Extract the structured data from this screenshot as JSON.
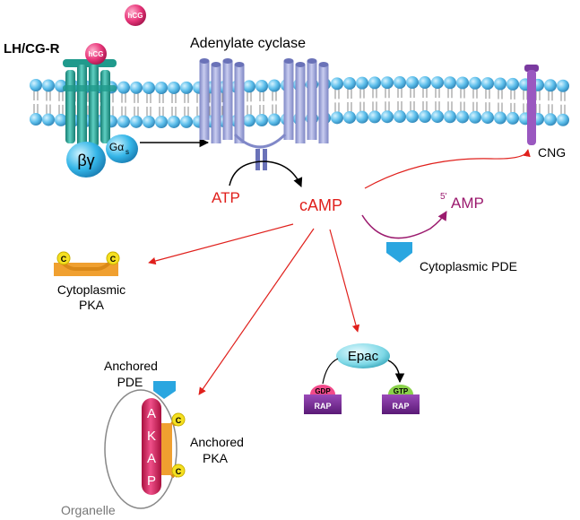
{
  "labels": {
    "free_hcg": "hCG",
    "receptor": "LH/CG-R",
    "receptor_hcg": "hCG",
    "adenylate_cyclase": "Adenylate cyclase",
    "beta_gamma": "βγ",
    "g_alpha": "Gα",
    "g_alpha_sub": "s",
    "cng": "CNG",
    "atp": "ATP",
    "camp": "cAMP",
    "amp_prefix": "5'",
    "amp": "AMP",
    "cytoplasmic_pde": "Cytoplasmic PDE",
    "cyto_pka_line1": "Cytoplasmic",
    "cyto_pka_line2": "PKA",
    "pka_c": "C",
    "anchored_pde_line1": "Anchored",
    "anchored_pde_line2": "PDE",
    "akap": [
      "A",
      "K",
      "A",
      "P"
    ],
    "anchored_pka_line1": "Anchored",
    "anchored_pka_line2": "PKA",
    "organelle": "Organelle",
    "epac": "Epac",
    "gdp": "GDP",
    "gtp": "GTP",
    "rap": "RAP"
  },
  "colors": {
    "lipid_head": "#5fc0ec",
    "receptor": "#2aa69a",
    "hcg": "#e8367a",
    "cyclase": "#9aa2d8",
    "pathway_arrow": "#e0201c",
    "camp_text": "#e0201c",
    "amp_text": "#9b1a6e",
    "pde": "#2aa6e0",
    "pka": "#f0a030",
    "pka_c": "#f5e020",
    "akap": "#d41c5c",
    "cng": "#7a3aa0",
    "epac": "#7ed8e6",
    "rap": "#7a2a96"
  }
}
